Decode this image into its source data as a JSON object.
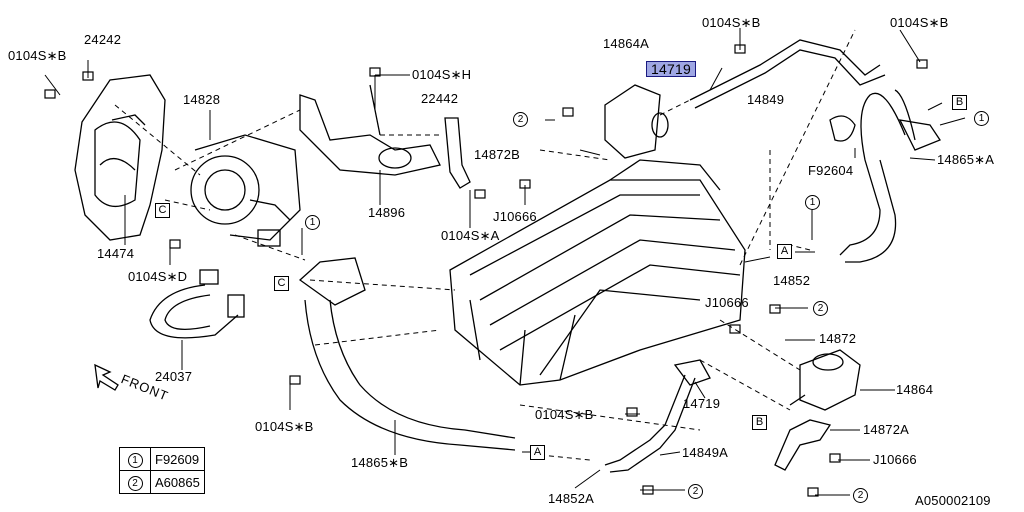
{
  "diagram_id": "A050002109",
  "front_label": "FRONT",
  "legend": [
    {
      "key": "1",
      "value": "F92609"
    },
    {
      "key": "2",
      "value": "A60865"
    }
  ],
  "labels": {
    "p0104sb_top1": "0104S∗B",
    "p0104sb_top2": "0104S∗B",
    "p0104sb_left": "0104S∗B",
    "p24242": "24242",
    "p14864a": "14864A",
    "p14719_hl": "14719",
    "p14849": "14849",
    "p0104sh": "0104S∗H",
    "p14828": "14828",
    "p22442": "22442",
    "p14872b": "14872B",
    "pf92604": "F92604",
    "p14865a": "14865∗A",
    "p14474": "14474",
    "pj10666_mid": "J10666",
    "p14896": "14896",
    "p0104sa": "0104S∗A",
    "p0104sd": "0104S∗D",
    "p14852": "14852",
    "pj10666_r": "J10666",
    "p14872": "14872",
    "p14864": "14864",
    "p24037": "24037",
    "p0104sb_bl": "0104S∗B",
    "p0104sb_bm": "0104S∗B",
    "p14719": "14719",
    "p14872a": "14872A",
    "pj10666_br": "J10666",
    "p14849a": "14849A",
    "p14865b": "14865∗B",
    "p14852a": "14852A"
  },
  "callouts": {
    "box_b_top": "B",
    "box_c_left": "C",
    "box_c_mid": "C",
    "box_a_right": "A",
    "box_b_bottom": "B",
    "box_a_bottom": "A",
    "circ_1_top": "1",
    "circ_2_tl": "2",
    "circ_1_mid": "1",
    "circ_1_right": "1",
    "circ_2_right": "2",
    "circ_2_bottom": "2",
    "circ_2_br": "2"
  }
}
